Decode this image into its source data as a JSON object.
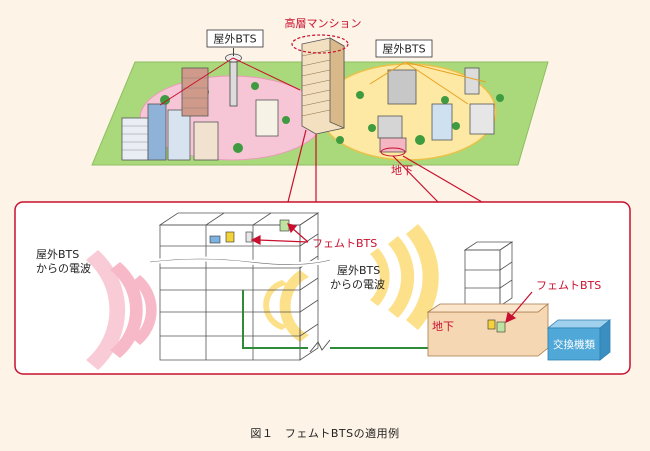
{
  "labels": {
    "tall_mansion": "高層マンション",
    "outdoor_bts_left": "屋外BTS",
    "outdoor_bts_right": "屋外BTS",
    "underground_top": "地下",
    "wave_left_1": "屋外BTS",
    "wave_left_2": "からの電波",
    "wave_mid_1": "屋外BTS",
    "wave_mid_2": "からの電波",
    "femto_left": "フェムトBTS",
    "femto_right": "フェムトBTS",
    "underground_bottom": "地下",
    "exchange": "交換機類"
  },
  "caption": "図１　フェムトBTSの適用例",
  "colors": {
    "background": "#fdf3e7",
    "ground": "#a9d97a",
    "pink_zone": "#f6c6d6",
    "yellow_zone": "#fde9a3",
    "accent_red": "#c8102e",
    "wire_green": "#2e8b3a",
    "exchange_box": "#4fa8d8"
  }
}
